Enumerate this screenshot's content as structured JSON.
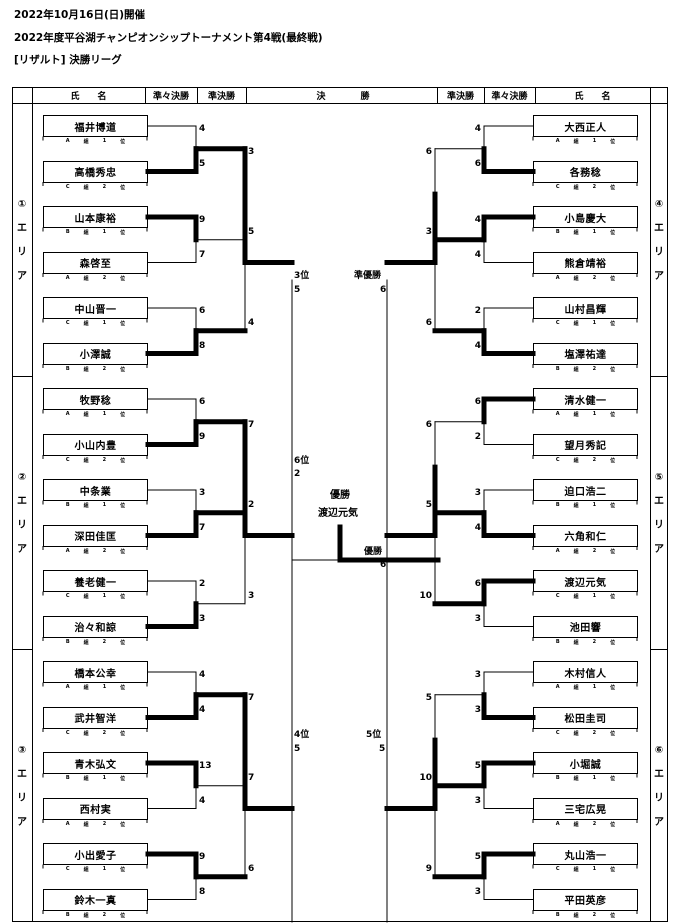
{
  "header": {
    "date": "2022年10月16日(日)開催",
    "title": "2022年度平谷湖チャンピオンシップトーナメント第4戦(最終戦)",
    "subtitle": "[リザルト] 決勝リーグ"
  },
  "columns": {
    "name": "氏　　名",
    "quarter": "準々決勝",
    "semi": "準決勝",
    "final_left": "決",
    "final_right": "勝"
  },
  "areas_left": [
    {
      "num": "①",
      "chars": [
        "エ",
        "リ",
        "ア"
      ]
    },
    {
      "num": "②",
      "chars": [
        "エ",
        "リ",
        "ア"
      ]
    },
    {
      "num": "③",
      "chars": [
        "エ",
        "リ",
        "ア"
      ]
    }
  ],
  "areas_right": [
    {
      "num": "④",
      "chars": [
        "エ",
        "リ",
        "ア"
      ]
    },
    {
      "num": "⑤",
      "chars": [
        "エ",
        "リ",
        "ア"
      ]
    },
    {
      "num": "⑥",
      "chars": [
        "エ",
        "リ",
        "ア"
      ]
    }
  ],
  "players_left": [
    {
      "name": "福井博道",
      "group": "A",
      "rank": "1",
      "g": "組",
      "p": "位"
    },
    {
      "name": "高橋秀忠",
      "group": "C",
      "rank": "2",
      "g": "組",
      "p": "位"
    },
    {
      "name": "山本康裕",
      "group": "B",
      "rank": "1",
      "g": "組",
      "p": "位"
    },
    {
      "name": "森啓至",
      "group": "A",
      "rank": "2",
      "g": "組",
      "p": "位"
    },
    {
      "name": "中山晋一",
      "group": "C",
      "rank": "1",
      "g": "組",
      "p": "位"
    },
    {
      "name": "小澤誠",
      "group": "B",
      "rank": "2",
      "g": "組",
      "p": "位"
    },
    {
      "name": "牧野稔",
      "group": "A",
      "rank": "1",
      "g": "組",
      "p": "位"
    },
    {
      "name": "小山内豊",
      "group": "C",
      "rank": "2",
      "g": "組",
      "p": "位"
    },
    {
      "name": "中条業",
      "group": "B",
      "rank": "1",
      "g": "組",
      "p": "位"
    },
    {
      "name": "深田佳匡",
      "group": "A",
      "rank": "2",
      "g": "組",
      "p": "位"
    },
    {
      "name": "養老健一",
      "group": "C",
      "rank": "1",
      "g": "組",
      "p": "位"
    },
    {
      "name": "治々和諒",
      "group": "B",
      "rank": "2",
      "g": "組",
      "p": "位"
    },
    {
      "name": "橋本公幸",
      "group": "A",
      "rank": "1",
      "g": "組",
      "p": "位"
    },
    {
      "name": "武井智洋",
      "group": "C",
      "rank": "2",
      "g": "組",
      "p": "位"
    },
    {
      "name": "青木弘文",
      "group": "B",
      "rank": "1",
      "g": "組",
      "p": "位"
    },
    {
      "name": "西村実",
      "group": "A",
      "rank": "2",
      "g": "組",
      "p": "位"
    },
    {
      "name": "小出愛子",
      "group": "C",
      "rank": "1",
      "g": "組",
      "p": "位"
    },
    {
      "name": "鈴木一真",
      "group": "B",
      "rank": "2",
      "g": "組",
      "p": "位"
    }
  ],
  "players_right": [
    {
      "name": "大西正人",
      "group": "A",
      "rank": "1",
      "g": "組",
      "p": "位"
    },
    {
      "name": "各務稔",
      "group": "C",
      "rank": "2",
      "g": "組",
      "p": "位"
    },
    {
      "name": "小島慶大",
      "group": "B",
      "rank": "1",
      "g": "組",
      "p": "位"
    },
    {
      "name": "熊倉靖裕",
      "group": "A",
      "rank": "2",
      "g": "組",
      "p": "位"
    },
    {
      "name": "山村昌輝",
      "group": "C",
      "rank": "1",
      "g": "組",
      "p": "位"
    },
    {
      "name": "塩澤祐達",
      "group": "B",
      "rank": "2",
      "g": "組",
      "p": "位"
    },
    {
      "name": "清水健一",
      "group": "A",
      "rank": "1",
      "g": "組",
      "p": "位"
    },
    {
      "name": "望月秀記",
      "group": "C",
      "rank": "2",
      "g": "組",
      "p": "位"
    },
    {
      "name": "迫口浩二",
      "group": "B",
      "rank": "1",
      "g": "組",
      "p": "位"
    },
    {
      "name": "六角和仁",
      "group": "A",
      "rank": "2",
      "g": "組",
      "p": "位"
    },
    {
      "name": "渡辺元気",
      "group": "C",
      "rank": "1",
      "g": "組",
      "p": "位"
    },
    {
      "name": "池田響",
      "group": "B",
      "rank": "2",
      "g": "組",
      "p": "位"
    },
    {
      "name": "木村信人",
      "group": "A",
      "rank": "1",
      "g": "組",
      "p": "位"
    },
    {
      "name": "松田圭司",
      "group": "C",
      "rank": "2",
      "g": "組",
      "p": "位"
    },
    {
      "name": "小堀誠",
      "group": "B",
      "rank": "1",
      "g": "組",
      "p": "位"
    },
    {
      "name": "三宅広晃",
      "group": "A",
      "rank": "2",
      "g": "組",
      "p": "位"
    },
    {
      "name": "丸山浩一",
      "group": "C",
      "rank": "1",
      "g": "組",
      "p": "位"
    },
    {
      "name": "平田英彦",
      "group": "B",
      "rank": "2",
      "g": "組",
      "p": "位"
    }
  ],
  "scores_left": {
    "r1": [
      "4",
      "5",
      "9",
      "7",
      "6",
      "8",
      "6",
      "9",
      "3",
      "7",
      "2",
      "3",
      "4",
      "4",
      "13",
      "4",
      "9",
      "8"
    ],
    "r2": [
      "3",
      "5",
      "4",
      "7",
      "2",
      "3",
      "7",
      "7",
      "6"
    ],
    "r3": [
      "5",
      "2",
      "5"
    ]
  },
  "scores_right": {
    "r1": [
      "4",
      "6",
      "4",
      "4",
      "2",
      "4",
      "6",
      "2",
      "3",
      "4",
      "6",
      "3",
      "3",
      "3",
      "5",
      "3",
      "5",
      "3"
    ],
    "r2": [
      "6",
      "3",
      "6",
      "6",
      "5",
      "10",
      "5",
      "10",
      "9"
    ],
    "r3": [
      "6",
      "6",
      "5"
    ]
  },
  "winners_left": {
    "r1": [
      1,
      2,
      5,
      7,
      9,
      11,
      13,
      14,
      16
    ],
    "r2": [
      0,
      2,
      3,
      4,
      6,
      8
    ],
    "r3": [
      0,
      1,
      2
    ]
  },
  "winners_right": {
    "r1": [
      1,
      2,
      5,
      6,
      9,
      10,
      13,
      14,
      16
    ],
    "r2": [
      1,
      2,
      4,
      5,
      7,
      8
    ],
    "r3": [
      0,
      1,
      2
    ]
  },
  "placements": {
    "third": "3位",
    "third_score": "5",
    "sixth": "6位",
    "sixth_score": "2",
    "fourth": "4位",
    "fourth_score": "5",
    "runner_up": "準優勝",
    "runner_up_score": "6",
    "winner_label": "優勝",
    "winner_score": "6",
    "fifth": "5位",
    "fifth_score": "5"
  },
  "champion": {
    "label": "優勝",
    "name": "渡辺元気"
  }
}
